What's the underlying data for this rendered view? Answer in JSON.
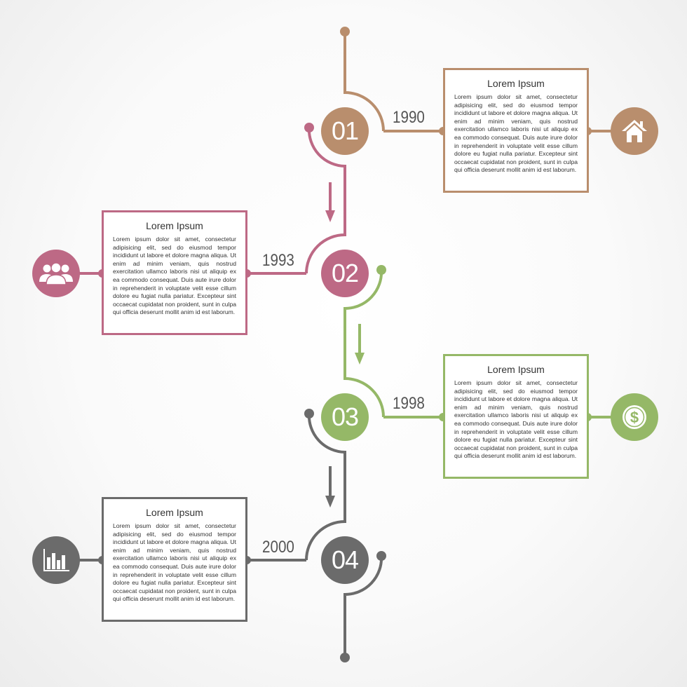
{
  "colors": {
    "step1": "#b98e6d",
    "step2": "#bd6985",
    "step3": "#95b867",
    "step4": "#6b6b6b"
  },
  "steps": [
    {
      "number": "01",
      "year": "1990",
      "title": "Lorem Ipsum",
      "body": "Lorem ipsum dolor sit amet, consectetur adipisicing elit, sed do eiusmod tempor incididunt ut labore et dolore magna aliqua. Ut enim ad minim veniam, quis nostrud exercitation ullamco laboris nisi ut aliquip ex ea commodo consequat. Duis aute irure dolor in reprehenderit in voluptate velit esse cillum dolore eu fugiat nulla pariatur. Excepteur sint occaecat cupidatat non proident, sunt in culpa qui officia deserunt mollit anim id est laborum.",
      "icon": "home-icon"
    },
    {
      "number": "02",
      "year": "1993",
      "title": "Lorem Ipsum",
      "body": "Lorem ipsum dolor sit amet, consectetur adipisicing elit, sed do eiusmod tempor incididunt ut labore et dolore magna aliqua. Ut enim ad minim veniam, quis nostrud exercitation ullamco laboris nisi ut aliquip ex ea commodo consequat. Duis aute irure dolor in reprehenderit in voluptate velit esse cillum dolore eu fugiat nulla pariatur. Excepteur sint occaecat cupidatat non proident, sunt in culpa qui officia deserunt mollit anim id est laborum.",
      "icon": "people-icon"
    },
    {
      "number": "03",
      "year": "1998",
      "title": "Lorem Ipsum",
      "body": "Lorem ipsum dolor sit amet, consectetur adipisicing elit, sed do eiusmod tempor incididunt ut labore et dolore magna aliqua. Ut enim ad minim veniam, quis nostrud exercitation ullamco laboris nisi ut aliquip ex ea commodo consequat. Duis aute irure dolor in reprehenderit in voluptate velit esse cillum dolore eu fugiat nulla pariatur. Excepteur sint occaecat cupidatat non proident, sunt in culpa qui officia deserunt mollit anim id est laborum.",
      "icon": "dollar-icon"
    },
    {
      "number": "04",
      "year": "2000",
      "title": "Lorem Ipsum",
      "body": "Lorem ipsum dolor sit amet, consectetur adipisicing elit, sed do eiusmod tempor incididunt ut labore et dolore magna aliqua. Ut enim ad minim veniam, quis nostrud exercitation ullamco laboris nisi ut aliquip ex ea commodo consequat. Duis aute irure dolor in reprehenderit in voluptate velit esse cillum dolore eu fugiat nulla pariatur. Excepteur sint occaecat cupidatat non proident, sunt in culpa qui officia deserunt mollit anim id est laborum.",
      "icon": "bar-chart-icon"
    }
  ]
}
